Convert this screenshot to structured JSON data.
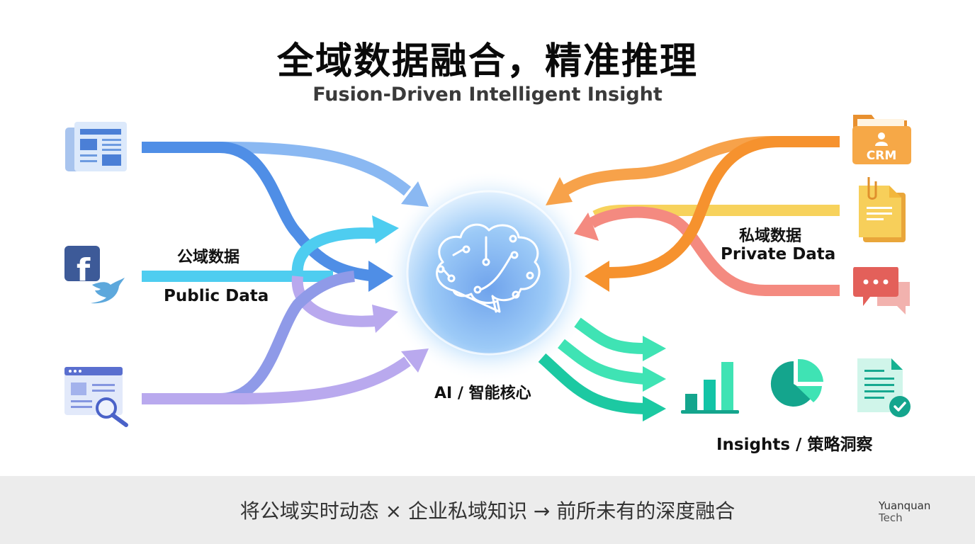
{
  "header": {
    "title": "全域数据融合，精准推理",
    "subtitle": "Fusion-Driven Intelligent Insight"
  },
  "public_data": {
    "label_cn": "公域数据",
    "label_en": "Public Data",
    "sources": [
      {
        "icon": "newspaper-icon"
      },
      {
        "icon": "social-media-icon"
      },
      {
        "icon": "web-search-icon"
      }
    ],
    "colors": [
      "#4f8ee6",
      "#8ab8f2",
      "#4ecdf0",
      "#8f9ae8",
      "#b9a9ee"
    ]
  },
  "private_data": {
    "label_cn": "私域数据",
    "label_en": "Private Data",
    "sources": [
      {
        "icon": "crm-folder-icon",
        "text": "CRM"
      },
      {
        "icon": "document-clip-icon"
      },
      {
        "icon": "chat-bubbles-icon"
      }
    ],
    "colors": [
      "#f7a24a",
      "#f6922e",
      "#f7d25c",
      "#f48a80"
    ]
  },
  "core": {
    "label": "AI / 智能核心",
    "icon": "brain-circuit-icon"
  },
  "insights": {
    "label": "Insights / 策略洞察",
    "icons": [
      "bar-chart-icon",
      "pie-chart-icon",
      "report-check-icon"
    ],
    "colors": [
      "#3fe3b4",
      "#10b89a",
      "#0f9e8a"
    ]
  },
  "footer": {
    "tagline": "将公域实时动态 × 企业私域知识 → 前所未有的深度融合",
    "brand_line1": "Yuanquan",
    "brand_line2": "Tech"
  }
}
